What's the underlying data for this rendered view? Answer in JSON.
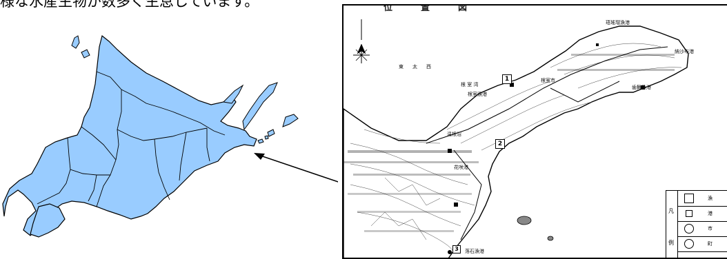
{
  "caption": "様な水産生物が数多く生息しています。",
  "location_map": {
    "title": "位　置　図",
    "sea_name": "根 室 湾",
    "ocean_labels": [
      "東",
      "太",
      "西"
    ],
    "port_labels": [
      "納沙布港",
      "歯舞漁港",
      "花咲港",
      "落石漁港",
      "根室漁港",
      "温根沼",
      "根室市",
      "珸瑤瑁漁港"
    ],
    "site_numbers": [
      "1",
      "2",
      "3"
    ],
    "legend": {
      "heads": [
        "凡",
        "例"
      ],
      "rows": [
        {
          "symbol": "square",
          "text": "漁"
        },
        {
          "symbol": "square-small",
          "text": "港"
        },
        {
          "symbol": "circle",
          "text": "市"
        },
        {
          "symbol": "circle",
          "text": "町"
        }
      ]
    }
  },
  "hokkaido": {
    "fill": "#99ccff",
    "stroke": "#000000"
  }
}
